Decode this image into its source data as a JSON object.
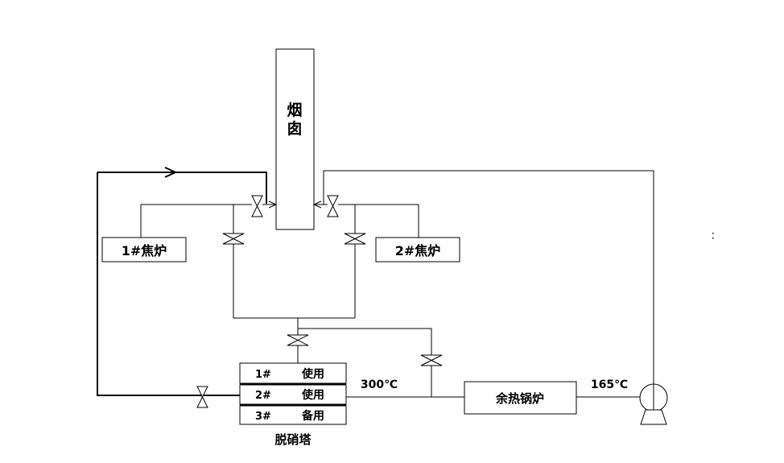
{
  "chimney": {
    "label": "烟囱"
  },
  "coke_oven_1": {
    "label": "1#焦炉"
  },
  "coke_oven_2": {
    "label": "2#焦炉"
  },
  "denitration_tower": {
    "label": "脱硝塔",
    "units": [
      {
        "number": "1#",
        "status": "使用"
      },
      {
        "number": "2#",
        "status": "使用"
      },
      {
        "number": "3#",
        "status": "备用"
      }
    ]
  },
  "waste_heat_boiler": {
    "label": "余热锅炉"
  },
  "temperatures": {
    "tower_outlet": "300℃",
    "boiler_outlet": "165℃"
  }
}
